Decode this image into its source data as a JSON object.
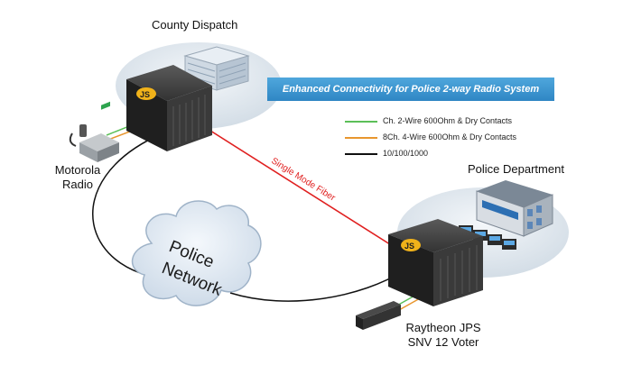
{
  "labels": {
    "county_dispatch": "County Dispatch",
    "motorola_radio_line1": "Motorola",
    "motorola_radio_line2": "Radio",
    "police_department": "Police Department",
    "raytheon_line1": "Raytheon JPS",
    "raytheon_line2": "SNV 12 Voter",
    "fiber": "Single Mode Fiber",
    "cloud_line1": "Police",
    "cloud_line2": "Network",
    "js_logo": "JS"
  },
  "banner": {
    "text": "Enhanced Connectivity for Police 2-way Radio System"
  },
  "legend": [
    {
      "text": "Ch. 2-Wire 600Ohm & Dry Contacts",
      "color": "#5cbf58"
    },
    {
      "text": "8Ch. 4-Wire 600Ohm & Dry Contacts",
      "color": "#e8962e"
    },
    {
      "text": "10/100/1000",
      "color": "#111111"
    }
  ],
  "colors": {
    "fiber": "#e02020",
    "banner": "#2f86c4",
    "chassis": "#2a2a2a",
    "cloud": "#dfe9f2"
  }
}
